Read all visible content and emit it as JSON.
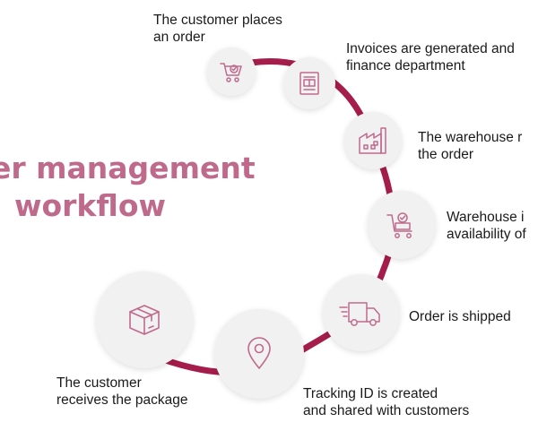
{
  "title": {
    "line1": "er management",
    "line2": "workflow"
  },
  "colors": {
    "accent": "#c06a8b",
    "arc": "#a51d4a",
    "node_fill": "#f1f1f2",
    "icon_stroke": "#c06a8b",
    "text": "#1a1a1a"
  },
  "steps": [
    {
      "icon": "shopping-cart-icon",
      "lines": [
        "The customer places",
        "an order"
      ]
    },
    {
      "icon": "invoice-icon",
      "lines": [
        "Invoices are generated and",
        "finance department"
      ]
    },
    {
      "icon": "factory-icon",
      "lines": [
        "The warehouse r",
        "the order"
      ]
    },
    {
      "icon": "cart-check-icon",
      "lines": [
        "Warehouse i",
        "availability of"
      ]
    },
    {
      "icon": "delivery-truck-icon",
      "lines": [
        "Order is shipped"
      ]
    },
    {
      "icon": "location-pin-icon",
      "lines": [
        "Tracking ID is created",
        "and shared with customers"
      ]
    },
    {
      "icon": "package-box-icon",
      "lines": [
        "The customer",
        "receives the package"
      ]
    }
  ]
}
